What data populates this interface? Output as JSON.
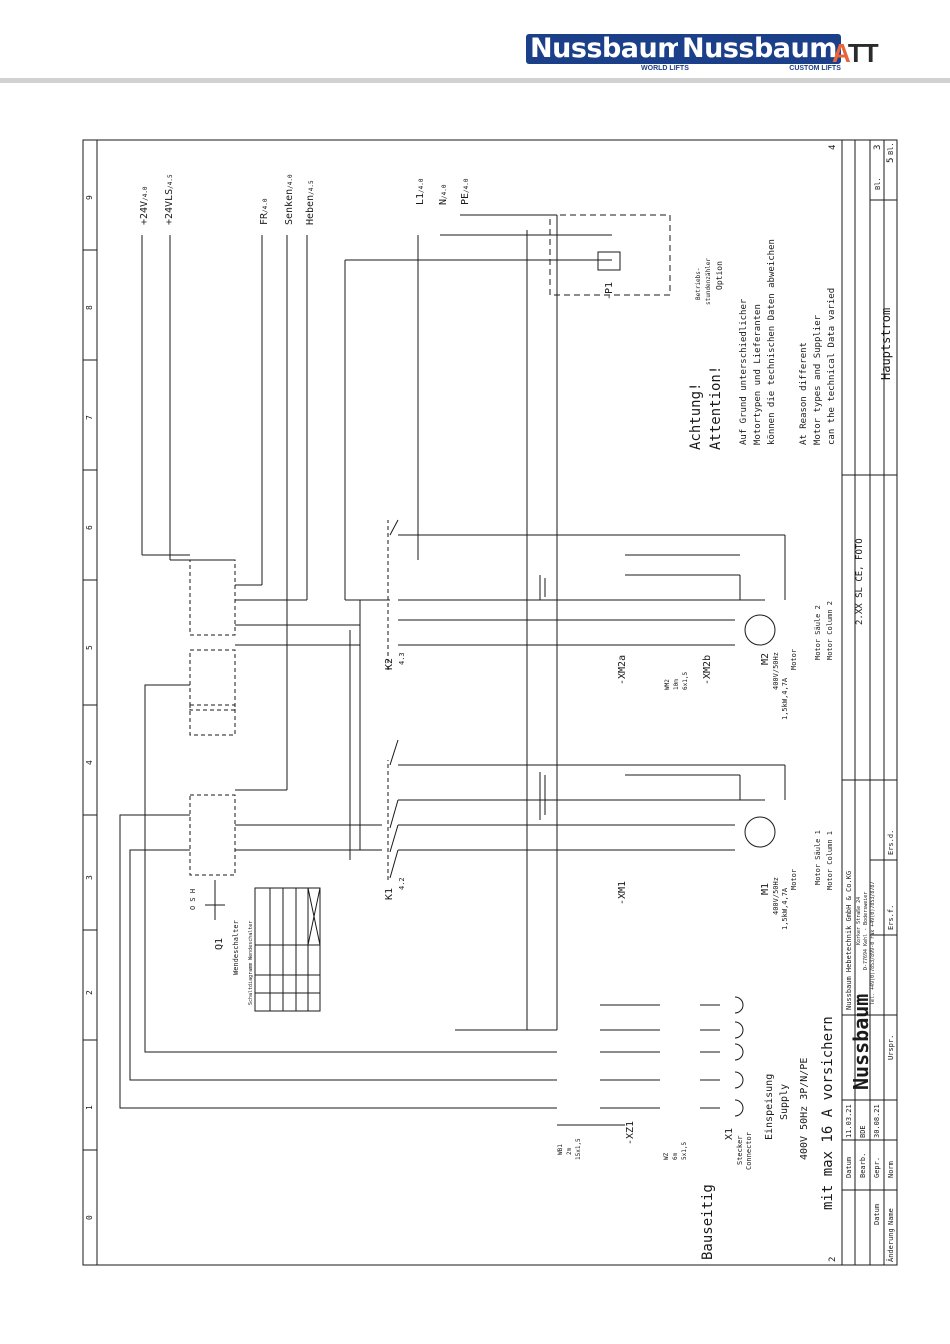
{
  "header": {
    "brand_1": {
      "name": "Nussbaum",
      "tagline": "WORLD LIFTS"
    },
    "brand_2": {
      "name": "Nussbaum",
      "tagline": "CUSTOM LIFTS"
    },
    "brand_3": {
      "a": "A",
      "rest": "TT"
    }
  },
  "colors": {
    "brand_blue": "#1c3f8a",
    "att_orange": "#e9643a",
    "line": "#1a1a1a"
  },
  "grid": {
    "columns": [
      "0",
      "1",
      "2",
      "3",
      "4",
      "5",
      "6",
      "7",
      "8",
      "9"
    ]
  },
  "top_labels": [
    {
      "text": "+24V",
      "ref": "/4.0"
    },
    {
      "text": "+24VLS",
      "ref": "/4.5"
    },
    {
      "text": "FR",
      "ref": "/4.0"
    },
    {
      "text": "Senken",
      "ref": "/4.0"
    },
    {
      "text": "Heben",
      "ref": "/4.5"
    },
    {
      "text": "L1",
      "ref": "/4.0"
    },
    {
      "text": "N",
      "ref": "/4.0"
    },
    {
      "text": "PE",
      "ref": "/4.0"
    }
  ],
  "q1": {
    "tag": "Q1",
    "sub": "O  S  H",
    "title": "Wendeschalter",
    "table_title": "Schaltdiagramm Wendeschalter"
  },
  "k1": {
    "tag": "K1",
    "ref": "4.2"
  },
  "k2": {
    "tag": "K2",
    "ref": "4.3"
  },
  "m1": {
    "tag": "M1",
    "spec_1": "400V/50Hz",
    "spec_2": "1,5kW,4,7A",
    "motor": "Motor",
    "col_de": "Motor Säule 1",
    "col_en": "Motor Column 1"
  },
  "m2": {
    "tag": "M2",
    "spec_1": "400V/50Hz",
    "spec_2": "1,5kW,4,7A",
    "motor": "Motor",
    "col_de": "Motor Säule 2",
    "col_en": "Motor Column 2"
  },
  "xm1": {
    "tag": "-XM1"
  },
  "xm2a": {
    "tag": "-XM2a"
  },
  "xm2b": {
    "tag": "-XM2b"
  },
  "wm2": {
    "l1": "WM2",
    "l2": "10m",
    "l3": "6x1,5"
  },
  "p1": {
    "tag": "-P1",
    "note_de": "Betriebs-",
    "note_de2": "stundenzähler",
    "note_opt": "Option"
  },
  "xz1": {
    "tag": "-XZ1"
  },
  "wb1": {
    "l1": "WB1",
    "l2": "2m",
    "l3": "15x1,5"
  },
  "wz": {
    "l1": "WZ",
    "l2": "6m",
    "l3": "5x1,5"
  },
  "x1": {
    "tag": "X1",
    "de": "Stecker",
    "en": "Connector"
  },
  "supply": {
    "de": "Einspeisung",
    "en": "Supply",
    "spec": "400V 50Hz 3P/N/PE"
  },
  "bauseitig": "Bauseitig",
  "fuse_note": "mit max 16 A vorsichern",
  "attention": {
    "title_de": "Achtung!",
    "title_en": "Attention!",
    "de_1": "Auf Grund unterschiedlicher",
    "de_2": "Motortypen und Lieferanten",
    "de_3": "können die technischen Daten abweichen",
    "en_1": "At Reason different",
    "en_2": "Motor types and Supplier",
    "en_3": "can the technical Data varied"
  },
  "title_block": {
    "project": "2.XX SL CE, FOTO",
    "drawing": "Hauptstrom",
    "company": "Nussbaum Hebetechnik GmbH & Co.KG",
    "address_1": "Korker Straße 24",
    "address_2": "D-77694 Kehl - Bodersweier",
    "address_3": "Tel. +49(0)7853/899-0  Fax +49(0)7853/8787",
    "logo": "Nussbaum",
    "datum": "Datum",
    "bearb": "Bearb.",
    "gepr": "Gepr.",
    "norm": "Norm",
    "name": "Name",
    "d_1": "11.03.21",
    "d_2": "BDE",
    "d_3": "30.08.21",
    "ursp": "Urspr.",
    "ersf": "Ers.f.",
    "ersd": "Ers.d.",
    "aenderung": "Änderung",
    "datum2": "Datum",
    "bl": "Bl.",
    "sheet": "3",
    "sheets": "5",
    "bl2": "Bl.",
    "sheet_next": "4",
    "sheet_prev": "2"
  }
}
